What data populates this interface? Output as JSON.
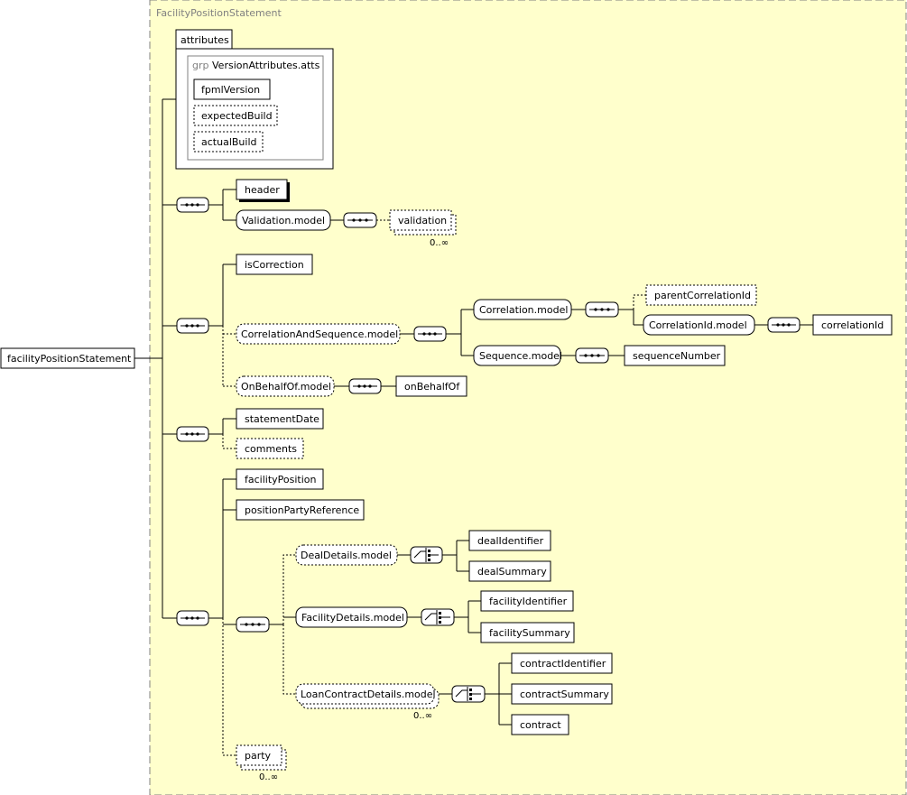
{
  "diagram": {
    "type_name": "FacilityPositionStatement",
    "root_element": "facilityPositionStatement",
    "attributes": {
      "title": "attributes",
      "group_prefix": "grp",
      "group_name": "VersionAttributes.atts",
      "items": [
        "fpmlVersion",
        "expectedBuild",
        "actualBuild"
      ]
    },
    "seq1": {
      "header": "header",
      "validation_model": "Validation.model",
      "validation": "validation",
      "validation_card": "0..∞"
    },
    "seq2": {
      "is_correction": "isCorrection",
      "correlation_and_sequence_model": "CorrelationAndSequence.model",
      "correlation_model": "Correlation.model",
      "parent_correlation_id": "parentCorrelationId",
      "correlation_id_model": "CorrelationId.model",
      "correlation_id": "correlationId",
      "sequence_model": "Sequence.model",
      "sequence_number": "sequenceNumber",
      "on_behalf_of_model": "OnBehalfOf.model",
      "on_behalf_of": "onBehalfOf"
    },
    "seq3": {
      "statement_date": "statementDate",
      "comments": "comments"
    },
    "seq4": {
      "facility_position": "facilityPosition",
      "position_party_reference": "positionPartyReference",
      "deal_details_model": "DealDetails.model",
      "deal_identifier": "dealIdentifier",
      "deal_summary": "dealSummary",
      "facility_details_model": "FacilityDetails.model",
      "facility_identifier": "facilityIdentifier",
      "facility_summary": "facilitySummary",
      "loan_contract_details_model": "LoanContractDetails.model",
      "loan_contract_card": "0..∞",
      "contract_identifier": "contractIdentifier",
      "contract_summary": "contractSummary",
      "contract": "contract",
      "party": "party",
      "party_card": "0..∞"
    }
  }
}
